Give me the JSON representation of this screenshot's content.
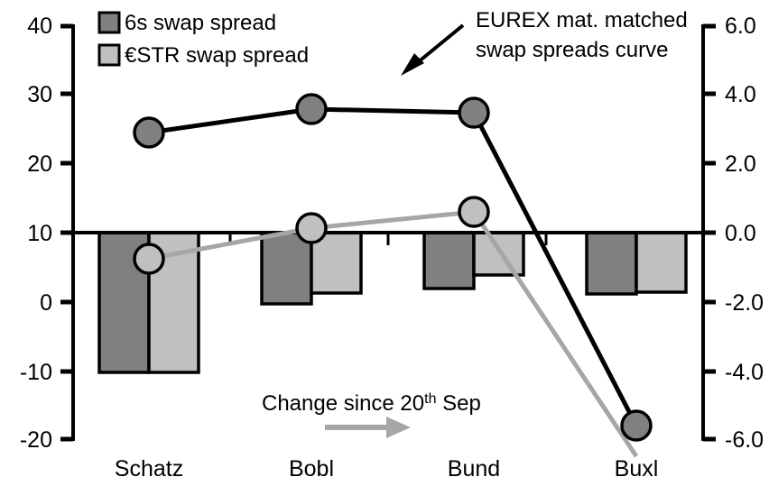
{
  "chart_data": {
    "type": "bar",
    "title": "",
    "categories": [
      "Schatz",
      "Bobl",
      "Bund",
      "Buxl"
    ],
    "series": [
      {
        "name": "6s swap spread",
        "type": "bar",
        "axis": "right",
        "color": "#808080",
        "values": [
          -4.0,
          -2.05,
          -1.6,
          -1.77
        ]
      },
      {
        "name": "€STR swap spread",
        "type": "bar",
        "axis": "right",
        "color": "#c0c0c0",
        "values": [
          -4.0,
          -1.74,
          -1.2,
          -1.7
        ]
      },
      {
        "name": "EUREX mat. matched swap spreads curve",
        "type": "line",
        "axis": "left",
        "color": "#000000",
        "marker_color": "#808080",
        "values": [
          24.4,
          27.8,
          27.3,
          -18.1
        ]
      },
      {
        "name": "€STR swap spread curve",
        "type": "line",
        "axis": "left",
        "color": "#a6a6a6",
        "marker_color": "#c0c0c0",
        "values": [
          6.2,
          10.6,
          12.9,
          -23.0
        ]
      }
    ],
    "left_axis": {
      "label": "",
      "ticks": [
        "40",
        "30",
        "20",
        "10",
        "0",
        "-10",
        "-20"
      ],
      "tick_values": [
        40,
        30,
        20,
        10,
        0,
        -10,
        -20
      ],
      "ylim": [
        -20,
        40
      ]
    },
    "right_axis": {
      "label": "",
      "ticks": [
        "6.0",
        "4.0",
        "2.0",
        "0.0",
        "-2.0",
        "-4.0",
        "-6.0"
      ],
      "tick_values": [
        6.0,
        4.0,
        2.0,
        0.0,
        -2.0,
        -4.0,
        -6.0
      ],
      "ylim": [
        -6.0,
        6.0
      ]
    },
    "grid": false,
    "legend_position": "top-left",
    "zero_line_value": 0.0,
    "annotations": [
      {
        "name": "eurex-curve-annotation",
        "line1": "EUREX mat. matched",
        "line2": "swap spreads curve",
        "arrow": "down-left"
      },
      {
        "name": "change-since-annotation",
        "text_main": "Change since 20",
        "text_sup": "th",
        "text_tail": " Sep",
        "arrow": "right"
      }
    ]
  },
  "legend": {
    "items": [
      {
        "label": "6s swap spread",
        "color": "#808080"
      },
      {
        "label": "€STR swap spread",
        "color": "#c0c0c0"
      }
    ]
  },
  "axes": {
    "left": {
      "t0": "40",
      "t1": "30",
      "t2": "20",
      "t3": "10",
      "t4": "0",
      "t5": "-10",
      "t6": "-20"
    },
    "right": {
      "t0": "6.0",
      "t1": "4.0",
      "t2": "2.0",
      "t3": "0.0",
      "t4": "-2.0",
      "t5": "-4.0",
      "t6": "-6.0"
    }
  },
  "categories": {
    "c0": "Schatz",
    "c1": "Bobl",
    "c2": "Bund",
    "c3": "Buxl"
  },
  "annotations": {
    "eurex": {
      "line1": "EUREX mat. matched",
      "line2": "swap spreads curve"
    },
    "change": {
      "main": "Change since 20",
      "sup": "th",
      "tail": " Sep"
    }
  },
  "colors": {
    "dark_bar": "#808080",
    "light_bar": "#c0c0c0",
    "black_line": "#000000",
    "gray_line": "#a6a6a6",
    "axis": "#000000",
    "background": "#ffffff"
  }
}
